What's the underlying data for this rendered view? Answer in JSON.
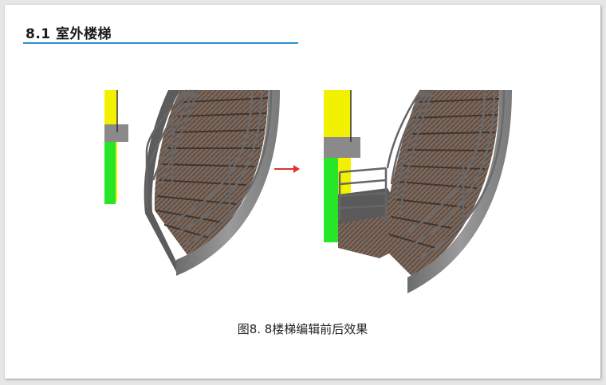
{
  "slide": {
    "section_title": "8.1 室外楼梯",
    "caption": "图8. 8楼梯编辑前后效果"
  },
  "colors": {
    "title_rule": "#2a8fd0",
    "arrow": "#e03030",
    "wall_yellow": "#f2f200",
    "wall_green": "#27e627",
    "stair_tread": "#7a665a",
    "stringer": "#8e8e8e",
    "railing": "#6a6a6a"
  },
  "images": [
    {
      "name": "stair-before",
      "description_icon": "staircase-before-edit"
    },
    {
      "name": "stair-after",
      "description_icon": "staircase-after-edit"
    }
  ]
}
